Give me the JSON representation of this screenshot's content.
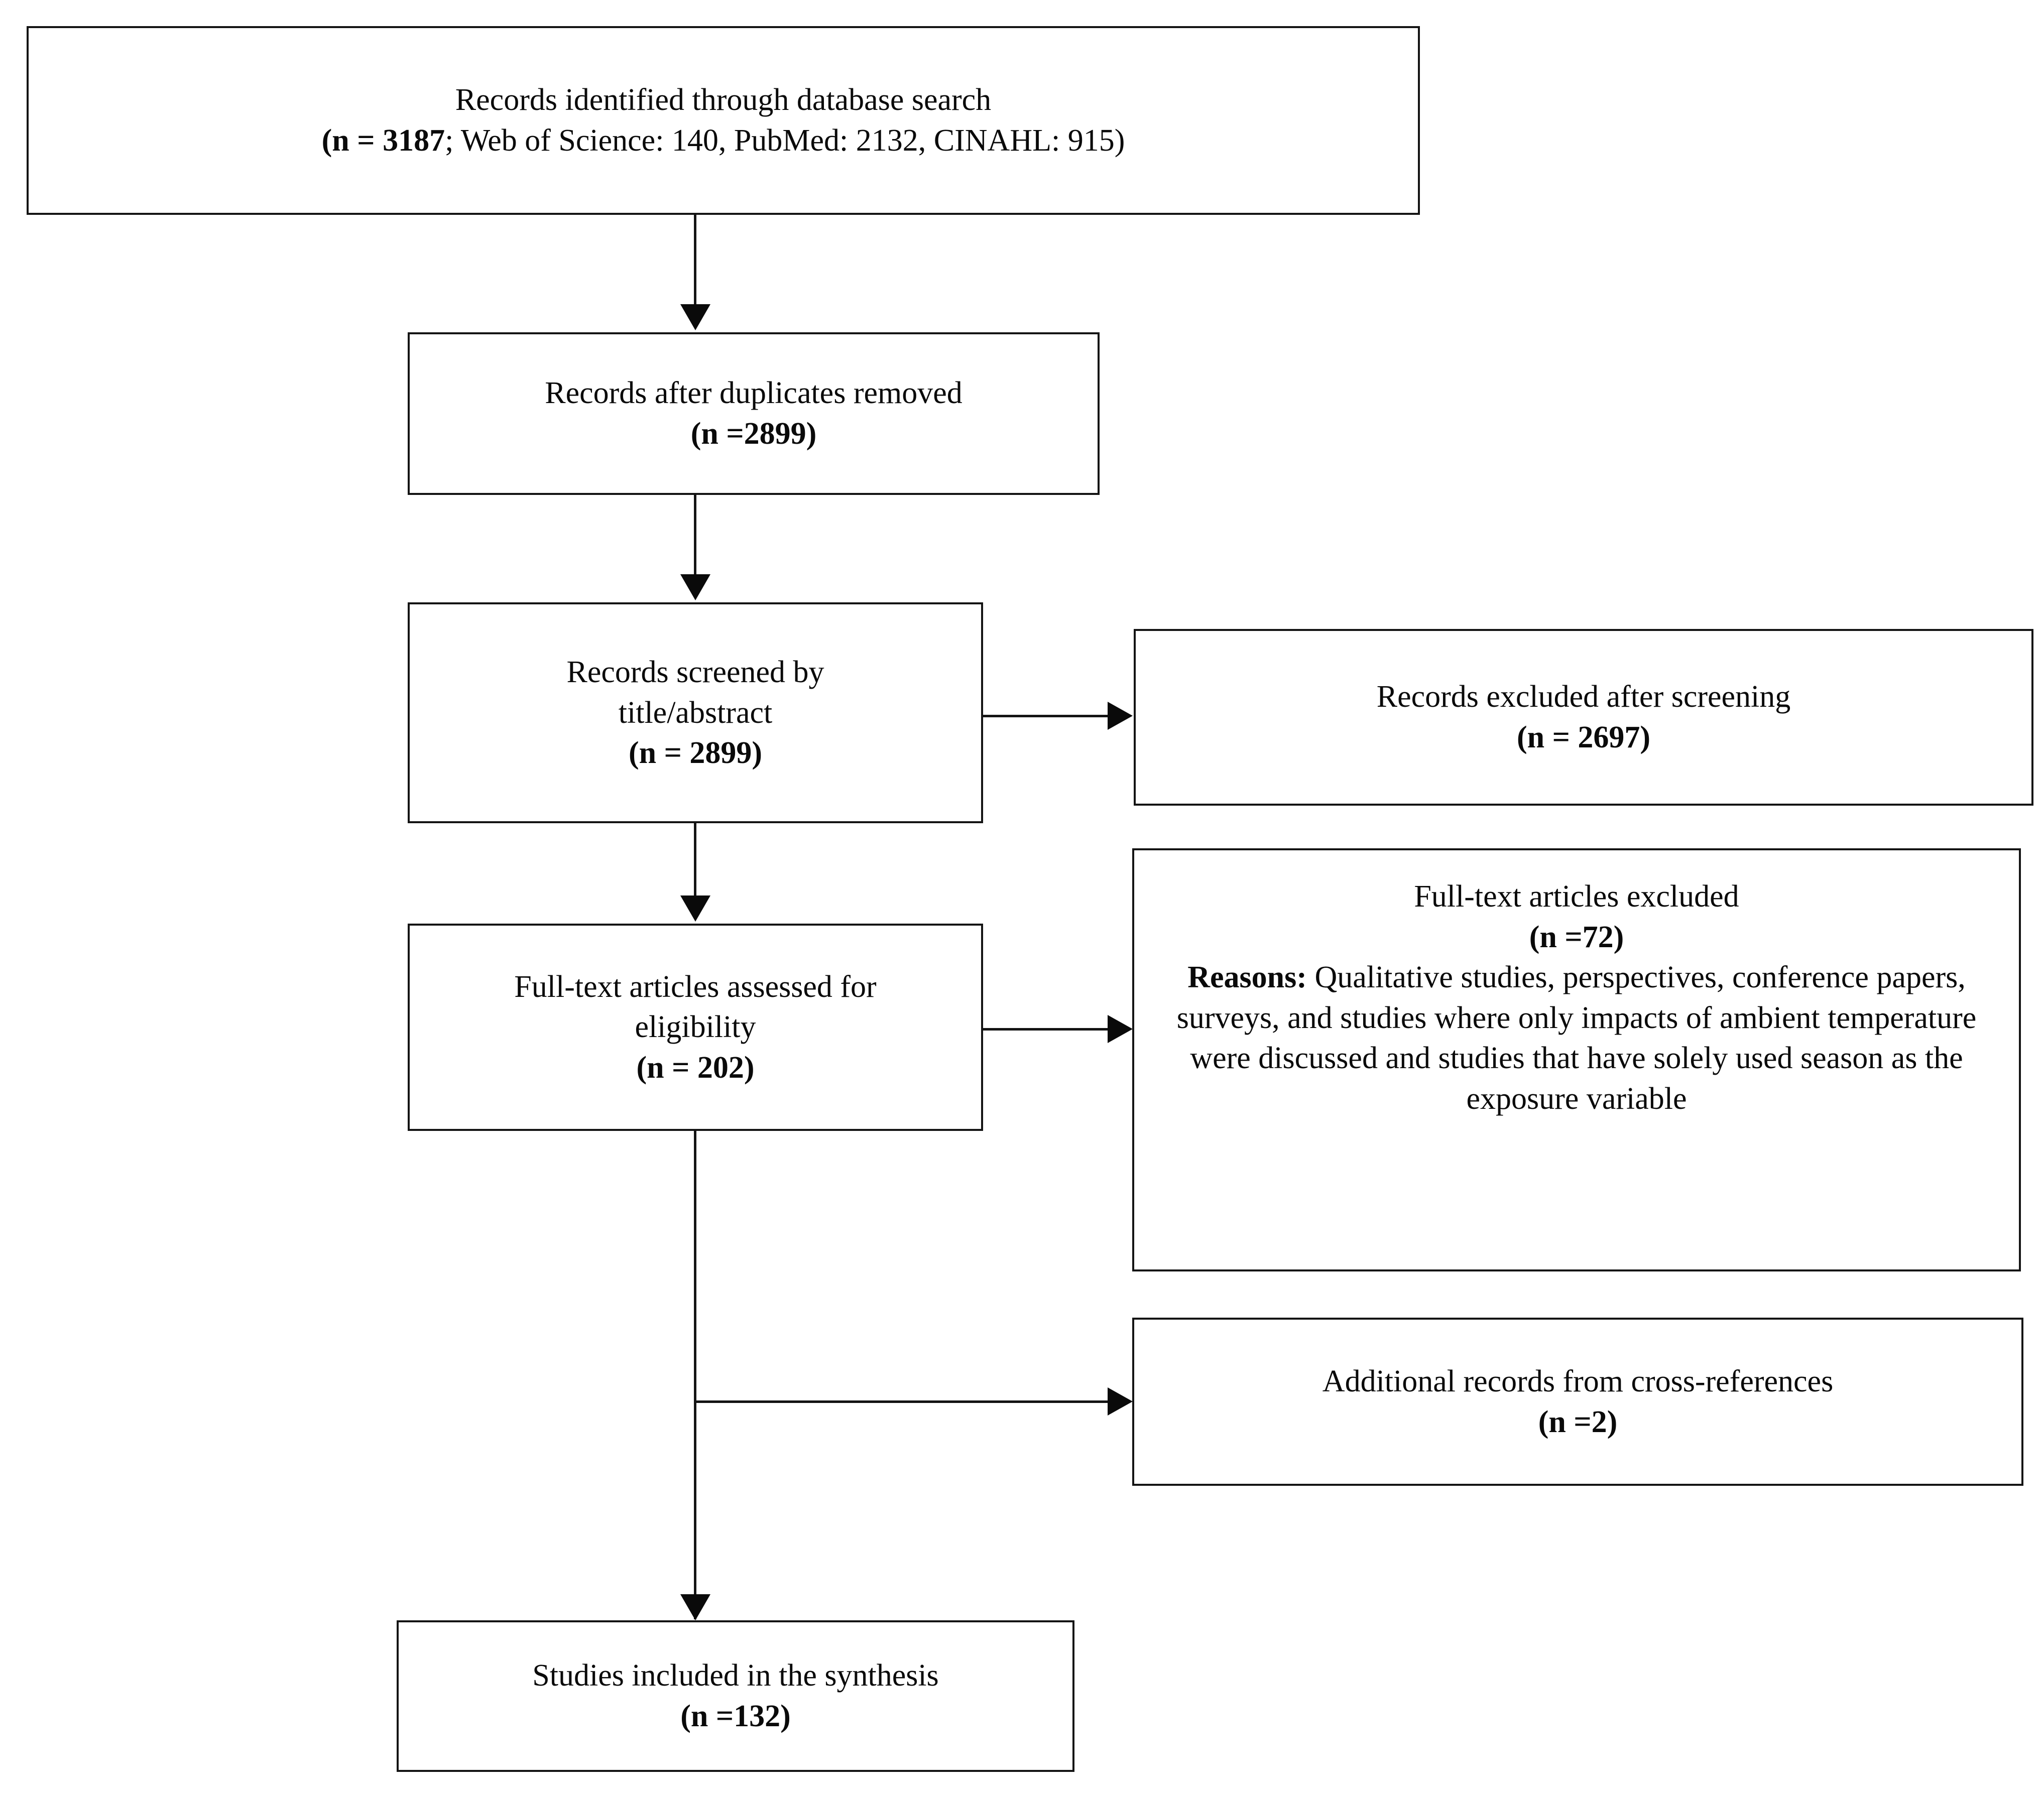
{
  "diagram": {
    "type": "prisma-flow-diagram",
    "title": "PRISMA study selection flow diagram",
    "line_color": "#141414",
    "text_color": "#0a0a0a",
    "background": "#ffffff"
  },
  "nodes": {
    "identified": {
      "id": "records-identified",
      "line1": "Records identified through database search",
      "line2_prefix": "(n = 3187",
      "line2_rest": "; Web of Science: 140, PubMed: 2132, CINAHL: 915)",
      "count": 3187,
      "sources": [
        {
          "name": "Web of Science",
          "count": 140
        },
        {
          "name": "PubMed",
          "count": 2132
        },
        {
          "name": "CINAHL",
          "count": 915
        }
      ]
    },
    "duplicates_removed": {
      "id": "records-after-duplicates-removed",
      "line1": "Records after duplicates removed",
      "line2": "(n =2899)",
      "count": 2899
    },
    "screened": {
      "id": "records-screened",
      "line1": "Records screened by",
      "line2": "title/abstract",
      "line3": "(n = 2899)",
      "count": 2899
    },
    "excluded_screening": {
      "id": "records-excluded-after-screening",
      "line1": "Records excluded after screening",
      "line2": "(n = 2697)",
      "count": 2697
    },
    "fulltext_assessed": {
      "id": "full-text-articles-assessed",
      "line1": "Full-text articles assessed for",
      "line2": "eligibility",
      "line3": "(n = 202)",
      "count": 202
    },
    "fulltext_excluded": {
      "id": "full-text-articles-excluded",
      "line1": "Full-text articles excluded",
      "line2": "(n =72)",
      "count": 72,
      "reasons_label": "Reasons:",
      "reasons_text": " Qualitative studies, perspectives, conference papers, surveys, and studies where only impacts of ambient temperature were discussed and studies that have solely used season as the exposure variable"
    },
    "additional_records": {
      "id": "additional-records-cross-references",
      "line1": "Additional records from cross-references",
      "line2": "(n =2)",
      "count": 2
    },
    "included": {
      "id": "studies-included-in-synthesis",
      "line1": "Studies included in the synthesis",
      "line2": "(n =132)",
      "count": 132
    }
  }
}
